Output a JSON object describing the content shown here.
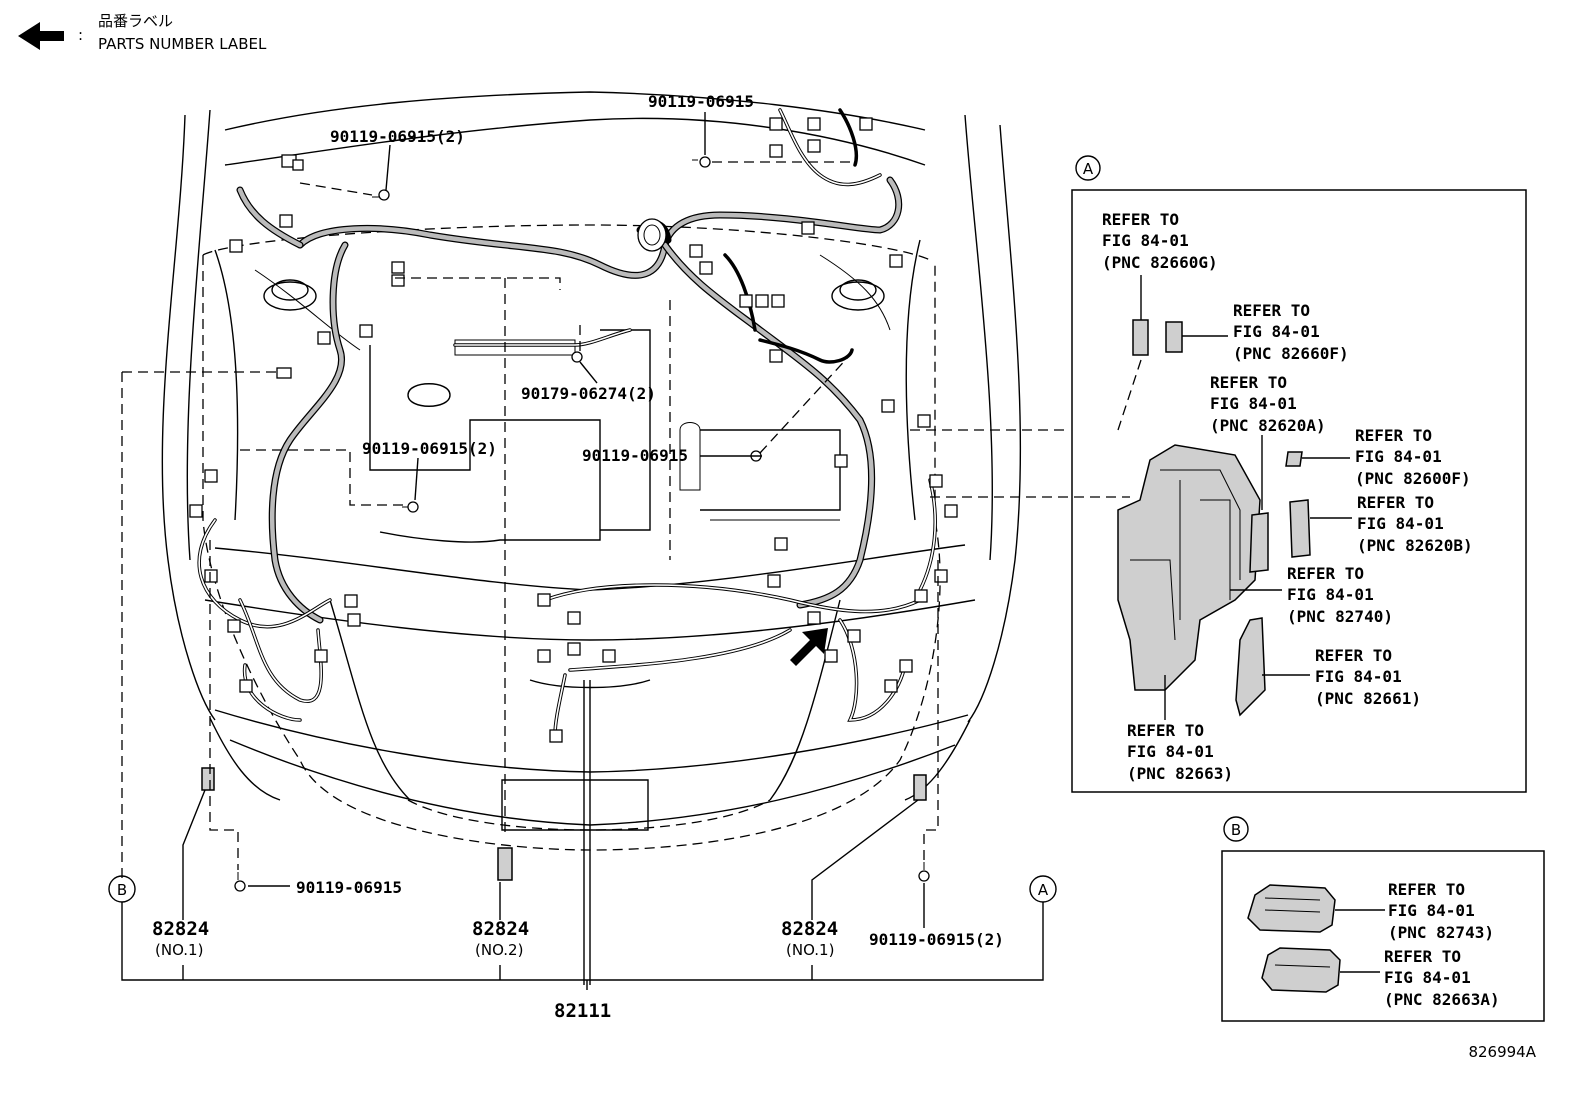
{
  "legend": {
    "label_jp": "品番ラベル",
    "label_en": "PARTS NUMBER LABEL",
    "colon": ":"
  },
  "callouts": {
    "bolt_top_center": "90119-06915",
    "bolt_top_left": "90119-06915(2)",
    "clip_center": "90179-06274(2)",
    "bolt_mid_left": "90119-06915(2)",
    "bolt_mid_center": "90119-06915",
    "bolt_bottom_left": "90119-06915",
    "bolt_bottom_right": "90119-06915(2)"
  },
  "bottom_parts": {
    "left_num": "82824",
    "left_sub": "(NO.1)",
    "center_num": "82824",
    "center_sub": "(NO.2)",
    "right_num": "82824",
    "right_sub": "(NO.1)",
    "main_harness": "82111"
  },
  "markers": {
    "a": "A",
    "b": "B"
  },
  "inset_a": {
    "marker": "A",
    "refs": [
      {
        "l1": "REFER TO",
        "l2": "FIG 84-01",
        "l3": "(PNC 82660G)"
      },
      {
        "l1": "REFER TO",
        "l2": "FIG 84-01",
        "l3": "(PNC 82660F)"
      },
      {
        "l1": "REFER TO",
        "l2": "FIG 84-01",
        "l3": "(PNC 82620A)"
      },
      {
        "l1": "REFER TO",
        "l2": "FIG 84-01",
        "l3": "(PNC 82600F)"
      },
      {
        "l1": "REFER TO",
        "l2": "FIG 84-01",
        "l3": "(PNC 82620B)"
      },
      {
        "l1": "REFER TO",
        "l2": "FIG 84-01",
        "l3": "(PNC 82740)"
      },
      {
        "l1": "REFER TO",
        "l2": "FIG 84-01",
        "l3": "(PNC 82661)"
      },
      {
        "l1": "REFER TO",
        "l2": "FIG 84-01",
        "l3": "(PNC 82663)"
      }
    ]
  },
  "inset_b": {
    "marker": "B",
    "refs": [
      {
        "l1": "REFER TO",
        "l2": "FIG 84-01",
        "l3": "(PNC 82743)"
      },
      {
        "l1": "REFER TO",
        "l2": "FIG 84-01",
        "l3": "(PNC 82663A)"
      }
    ]
  },
  "figure_id": "826994A"
}
